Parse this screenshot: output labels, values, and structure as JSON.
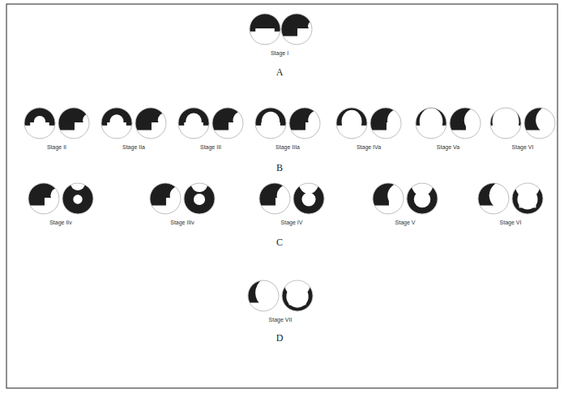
{
  "diagram": {
    "labels": [
      "Stage I",
      "A",
      "Stage II",
      "Stage IIa",
      "Stage III",
      "Stage IIIa",
      "Stage IVa",
      "Stage Va",
      "Stage VI",
      "B",
      "Stage IIv",
      "Stage IIIv",
      "Stage IV",
      "Stage V",
      "Stage VI",
      "C",
      "Stage VII",
      "D"
    ]
  }
}
